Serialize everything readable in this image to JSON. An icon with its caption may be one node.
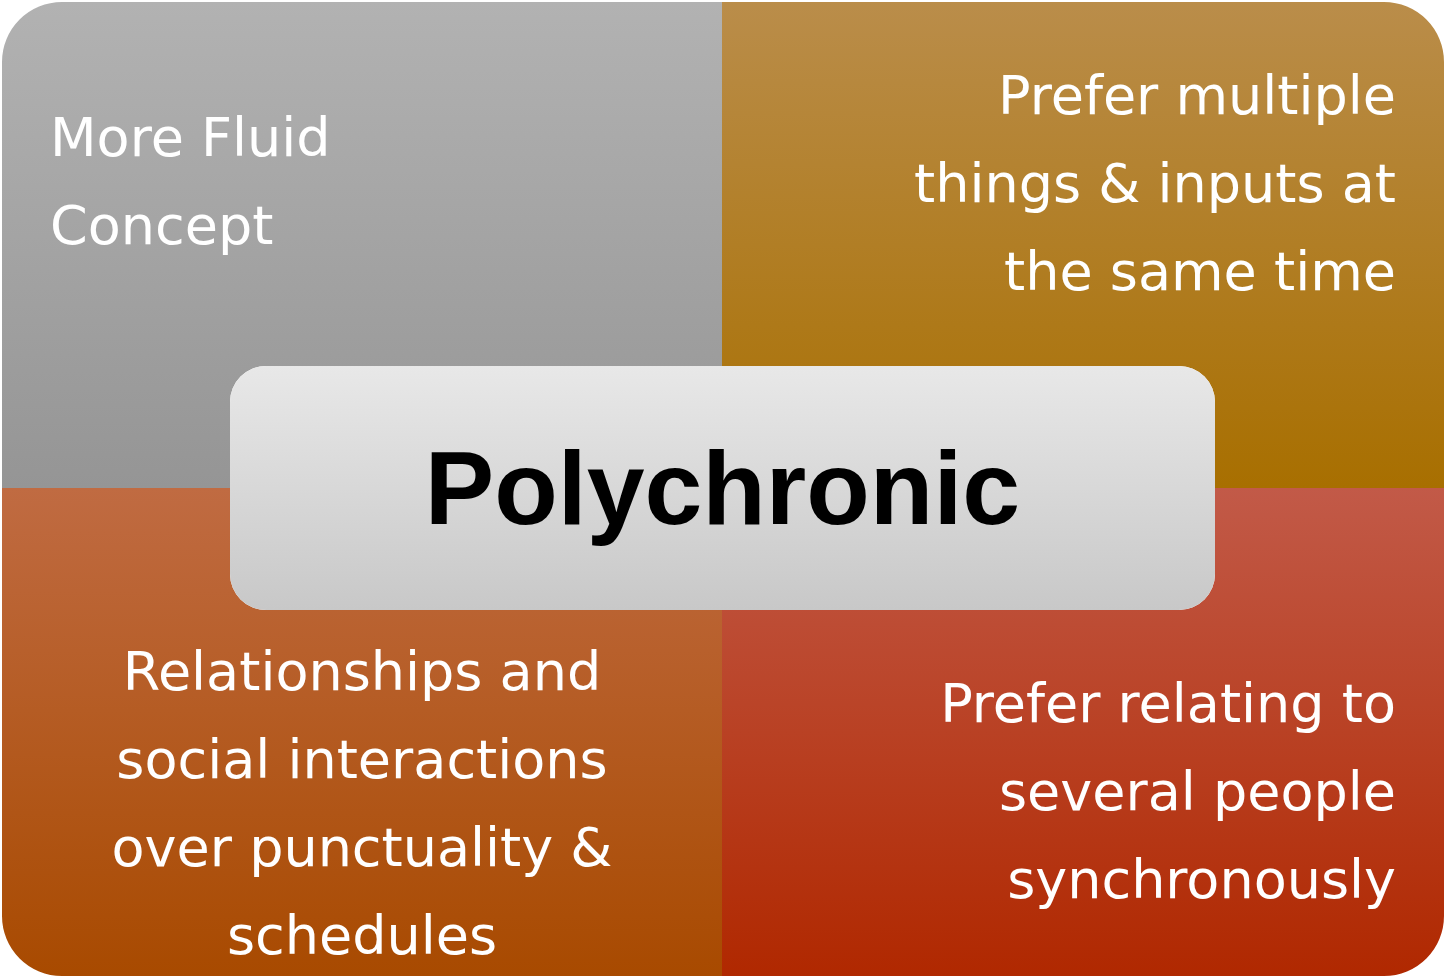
{
  "diagram": {
    "nodes": [
      {
        "text": [
          "More Fluid Concept"
        ]
      },
      {
        "text": [
          "Prefer multiple things & inputs at the same time"
        ]
      },
      {
        "text": [
          "Relationships and social interactions over punctuality & schedules"
        ]
      },
      {
        "text": [
          "Prefer relating to several people synchronously"
        ]
      },
      {
        "text": [
          "Polychronic"
        ]
      }
    ]
  }
}
